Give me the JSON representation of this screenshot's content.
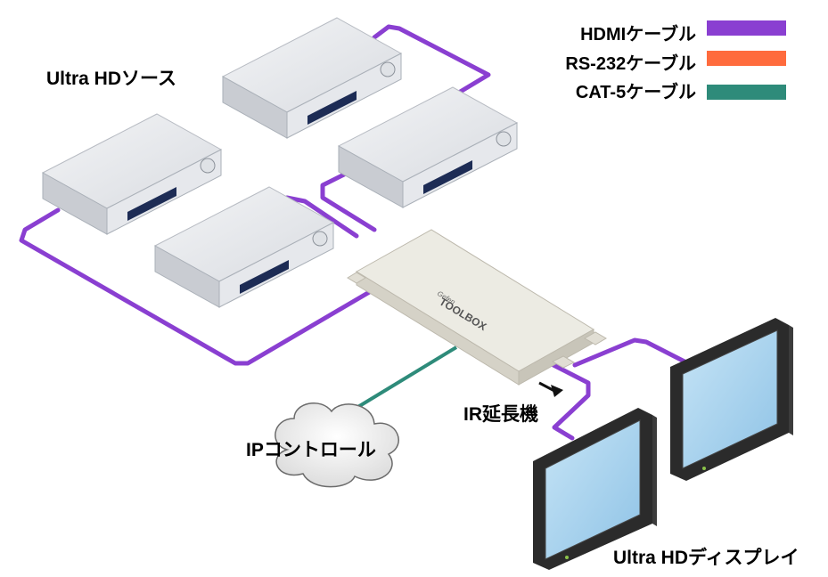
{
  "legend": [
    {
      "label": "HDMIケーブル",
      "color": "#8a3fd1"
    },
    {
      "label": "RS-232ケーブル",
      "color": "#ff6b3d"
    },
    {
      "label": "CAT-5ケーブル",
      "color": "#2e8b7a"
    }
  ],
  "labels": {
    "source": "Ultra HDソース",
    "ir": "IR延長機",
    "ip": "IPコントロール",
    "display": "Ultra HDディスプレイ"
  },
  "device": {
    "brand_small": "Gefen",
    "brand": "TOOLBOX"
  },
  "colors": {
    "hdmi": "#8a3fd1",
    "cat5": "#2e8b7a",
    "box_top": "#eceae2",
    "box_side": "#d6d3c8",
    "screen": "#a9d3ee",
    "bezel": "#2b2b2b"
  }
}
